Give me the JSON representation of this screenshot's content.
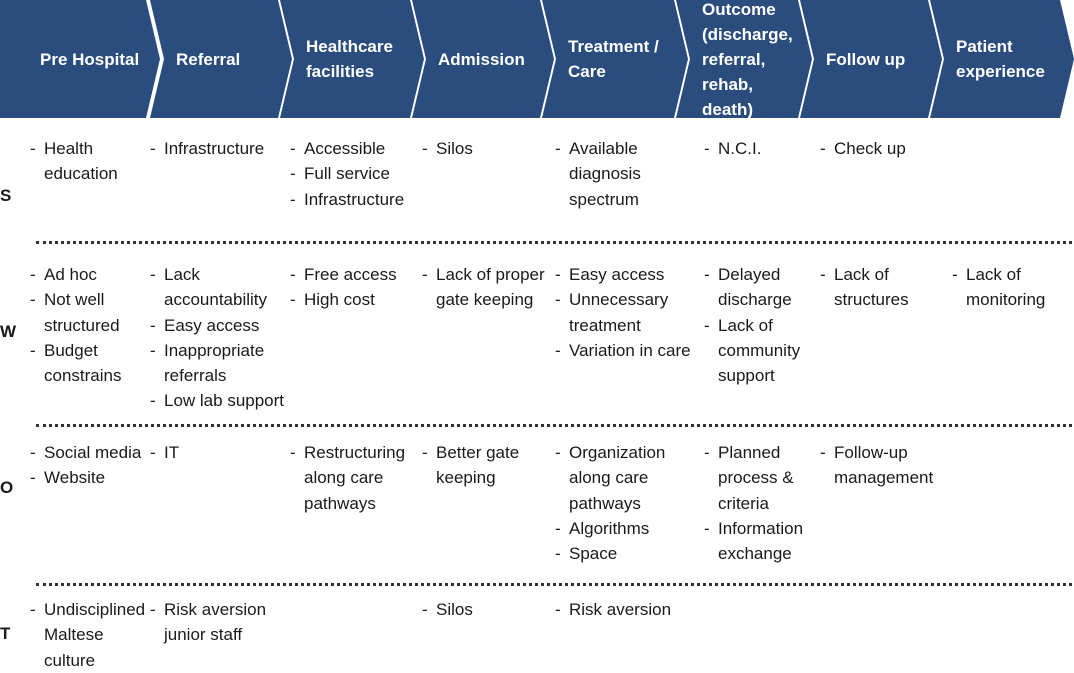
{
  "stages": [
    {
      "label": "Pre Hospital"
    },
    {
      "label": "Referral"
    },
    {
      "label": "Healthcare\nfacilities"
    },
    {
      "label": "Admission"
    },
    {
      "label": "Treatment /\nCare"
    },
    {
      "label": "Outcome\n(discharge,\nreferral,\nrehab, death)"
    },
    {
      "label": "Follow up"
    },
    {
      "label": "Patient\nexperience"
    }
  ],
  "rows": [
    {
      "label": "S",
      "cells": [
        [
          "Health\neducation"
        ],
        [
          "Infrastructure"
        ],
        [
          "Accessible",
          "Full service",
          "Infrastructure"
        ],
        [
          "Silos"
        ],
        [
          "Available\ndiagnosis\nspectrum"
        ],
        [
          "N.C.I."
        ],
        [
          "Check up"
        ],
        []
      ]
    },
    {
      "label": "W",
      "cells": [
        [
          "Ad hoc",
          "Not well\nstructured",
          "Budget\nconstrains"
        ],
        [
          "Lack\naccountability",
          "Easy access",
          "Inappropriate\nreferrals",
          "Low lab support"
        ],
        [
          "Free access",
          "High cost"
        ],
        [
          "Lack of proper\ngate keeping"
        ],
        [
          "Easy access",
          "Unnecessary\ntreatment",
          "Variation in care"
        ],
        [
          "Delayed\ndischarge",
          "Lack of\ncommunity\nsupport"
        ],
        [
          "Lack of\nstructures"
        ],
        [
          "Lack of\nmonitoring"
        ]
      ]
    },
    {
      "label": "O",
      "cells": [
        [
          "Social media",
          "Website"
        ],
        [
          "IT"
        ],
        [
          "Restructuring\nalong care\npathways"
        ],
        [
          "Better gate\nkeeping"
        ],
        [
          "Organization\nalong care\npathways",
          "Algorithms",
          "Space"
        ],
        [
          "Planned\nprocess &\ncriteria",
          "Information\nexchange"
        ],
        [
          "Follow-up\nmanagement"
        ],
        []
      ]
    },
    {
      "label": "T",
      "cells": [
        [
          "Undisciplined\nMaltese\nculture"
        ],
        [
          "Risk aversion\njunior staff"
        ],
        [],
        [
          "Silos"
        ],
        [
          "Risk aversion"
        ],
        [],
        [],
        []
      ]
    }
  ]
}
